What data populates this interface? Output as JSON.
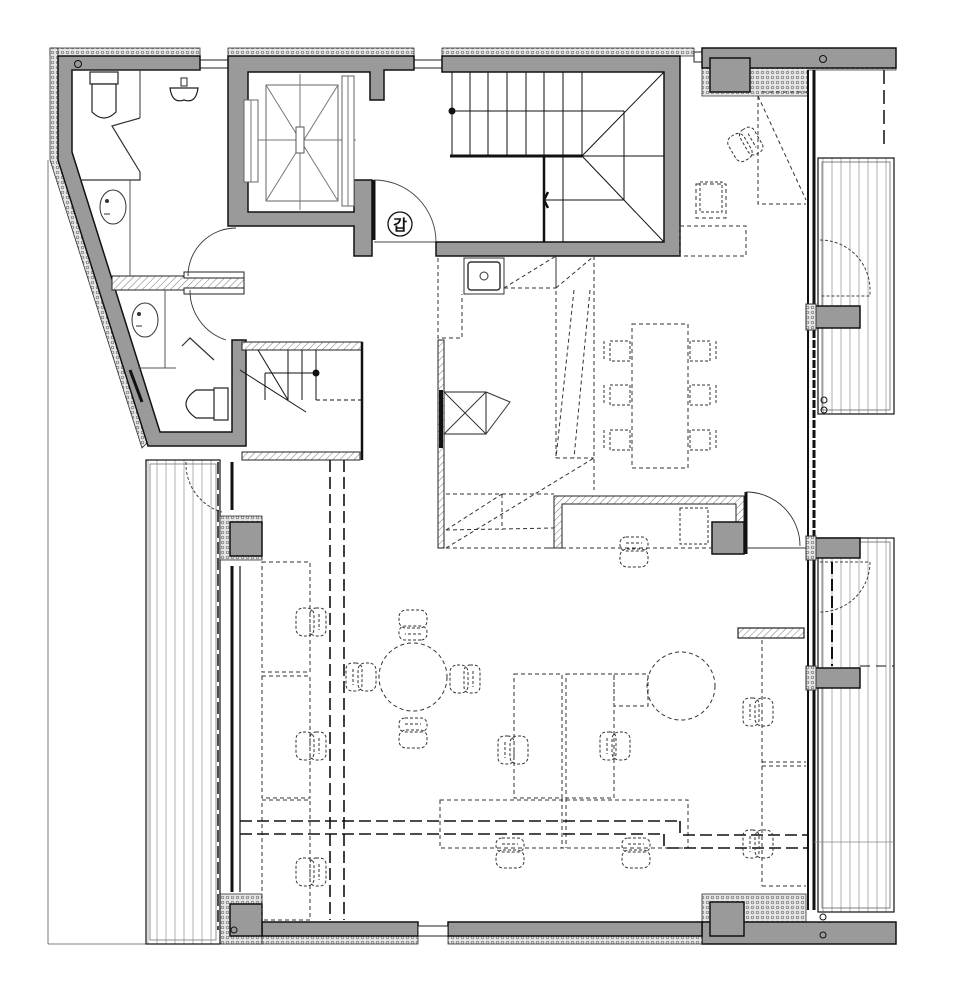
{
  "drawing": {
    "type": "architectural-floor-plan",
    "labels": {
      "fire_door_mark": "갑"
    },
    "rooms": [
      {
        "id": "restroom-upper",
        "name": "restroom"
      },
      {
        "id": "restroom-lower",
        "name": "restroom"
      },
      {
        "id": "elevator",
        "name": "elevator"
      },
      {
        "id": "main-stair",
        "name": "stair"
      },
      {
        "id": "small-stair",
        "name": "stair"
      },
      {
        "id": "kitchen-counter",
        "name": "counter"
      },
      {
        "id": "dining-area",
        "name": "dining"
      },
      {
        "id": "seating-area",
        "name": "seating"
      },
      {
        "id": "terrace-left",
        "name": "deck"
      },
      {
        "id": "terrace-right-upper",
        "name": "deck"
      },
      {
        "id": "terrace-right-lower",
        "name": "deck"
      }
    ],
    "colors": {
      "wall_fill": "#9a9a9a",
      "wall_stroke": "#111111",
      "line": "#222222",
      "dashed": "#333333",
      "deck_line": "#bbbbbb",
      "background": "#ffffff"
    }
  }
}
